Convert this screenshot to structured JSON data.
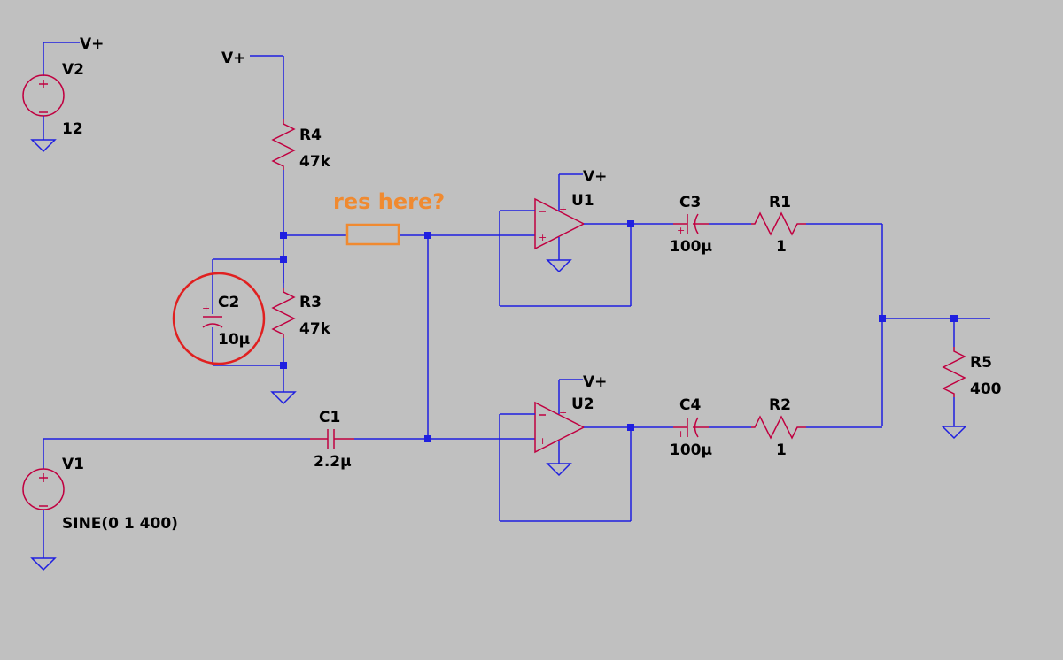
{
  "components": {
    "V2": {
      "name": "V2",
      "value": "12",
      "net": "V+"
    },
    "V1": {
      "name": "V1",
      "value": "SINE(0 1 400)"
    },
    "R4": {
      "name": "R4",
      "value": "47k"
    },
    "R3": {
      "name": "R3",
      "value": "47k"
    },
    "C2": {
      "name": "C2",
      "value": "10µ"
    },
    "C1": {
      "name": "C1",
      "value": "2.2µ"
    },
    "U1": {
      "name": "U1",
      "supply": "V+"
    },
    "U2": {
      "name": "U2",
      "supply": "V+"
    },
    "C3": {
      "name": "C3",
      "value": "100µ"
    },
    "C4": {
      "name": "C4",
      "value": "100µ"
    },
    "R1": {
      "name": "R1",
      "value": "1"
    },
    "R2": {
      "name": "R2",
      "value": "1"
    },
    "R5": {
      "name": "R5",
      "value": "400"
    }
  },
  "labels": {
    "vplus_top": "V+"
  },
  "annotation": {
    "text": "res here?",
    "color": "#f08a30",
    "highlight_color": "#e02020"
  },
  "colors": {
    "background": "#c0c0c0",
    "wire": "#1f1fe0",
    "component": "#c00040"
  }
}
